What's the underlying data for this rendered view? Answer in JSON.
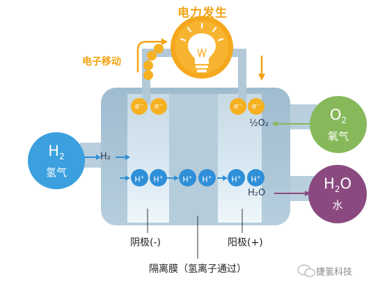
{
  "title": "电力发生",
  "electron_move_label": "电子移动",
  "electron_symbol": "e⁻",
  "hydrogen_in": {
    "formula": "H",
    "sub": "2",
    "name": "氢气"
  },
  "oxygen_in": {
    "formula": "O",
    "sub": "2",
    "name": "氧气"
  },
  "water_out": {
    "formula": "H",
    "sub": "2",
    "tail": "O",
    "name": "水"
  },
  "inner_labels": {
    "h2": "H₂",
    "half_o2": "½O₂",
    "h2o": "H₂O"
  },
  "proton": {
    "base": "H",
    "charge": "+"
  },
  "anode_label": "阴极(-)",
  "cathode_label": "阳极(+)",
  "membrane_label": "隔离膜（氢离子通过）",
  "watermark": "捷氢科技",
  "colors": {
    "accent": "#f2a312",
    "hydrogen": "#3ca0df",
    "oxygen": "#87b95b",
    "water": "#8a4a7f",
    "cell": "#a9c4d6",
    "proton": "#2f8fd8"
  },
  "icons": [
    "lightbulb-icon",
    "wechat-icon",
    "arrow-right-icon"
  ]
}
